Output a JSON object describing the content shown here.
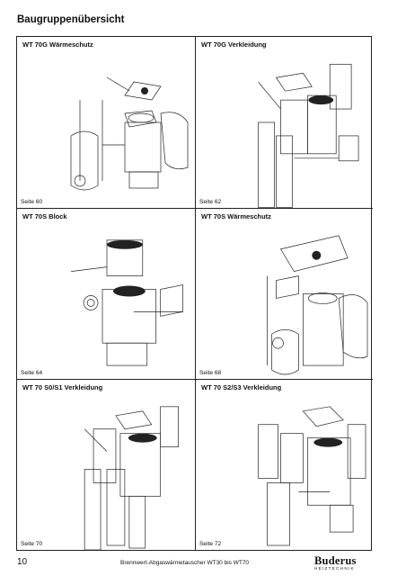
{
  "header": {
    "title": "Baugruppenübersicht"
  },
  "panels": [
    {
      "title": "WT 70G Wärmeschutz",
      "page": "Seite 60"
    },
    {
      "title": "WT 70G Verkleidung",
      "page": "Seite 62"
    },
    {
      "title": "WT 70S Block",
      "page": "Seite 64"
    },
    {
      "title": "WT 70S Wärmeschutz",
      "page": "Seite 68"
    },
    {
      "title": "WT 70 S0/S1 Verkleidung",
      "page": "Seite 70"
    },
    {
      "title": "WT 70 S2/S3 Verkleidung",
      "page": "Seite 72"
    }
  ],
  "footer": {
    "page_number": "10",
    "text": "Brennwert-Abgaswärmetauscher WT30 bis WT70",
    "logo_main": "Buderus",
    "logo_sub": "HEIZTECHNIK"
  }
}
